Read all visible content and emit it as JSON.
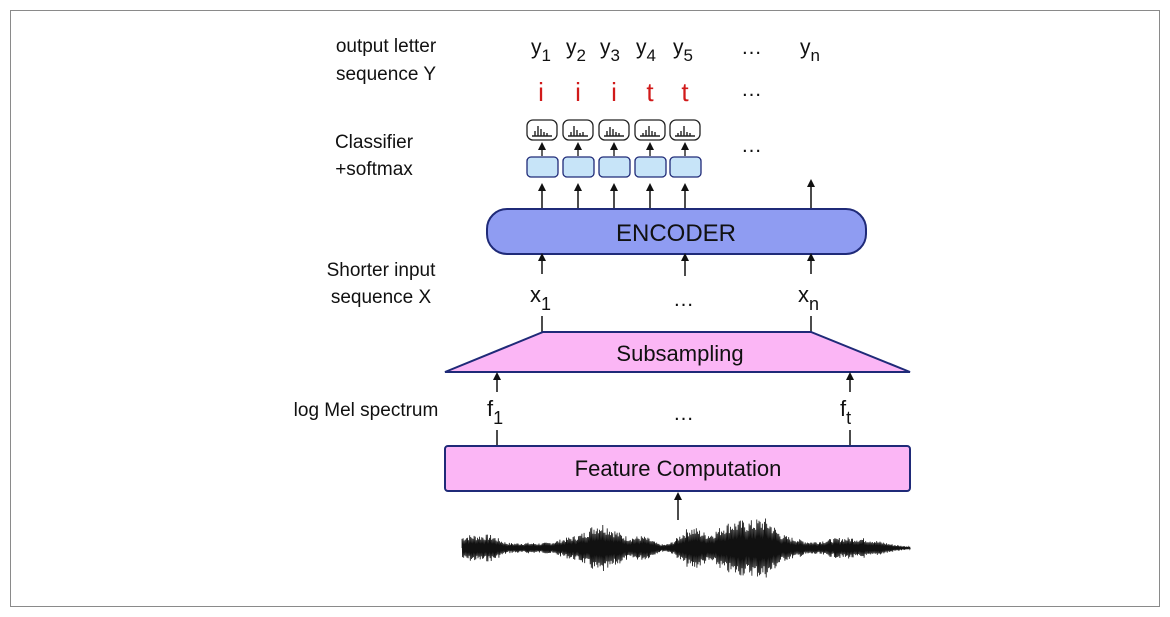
{
  "labels": {
    "output": [
      "output letter",
      "sequence Y"
    ],
    "classifier": [
      "Classifier",
      "+softmax"
    ],
    "shorter": [
      "Shorter input",
      "sequence X"
    ],
    "logmel": "log Mel spectrum"
  },
  "y_tokens": [
    {
      "base": "y",
      "sub": "1"
    },
    {
      "base": "y",
      "sub": "2"
    },
    {
      "base": "y",
      "sub": "3"
    },
    {
      "base": "y",
      "sub": "4"
    },
    {
      "base": "y",
      "sub": "5"
    }
  ],
  "y_last": {
    "base": "y",
    "sub": "n"
  },
  "letters": [
    "i",
    "i",
    "i",
    "t",
    "t"
  ],
  "ellipsis": "…",
  "x_tokens": [
    {
      "base": "x",
      "sub": "1"
    },
    {
      "base": "x",
      "sub": "n"
    }
  ],
  "f_tokens": [
    {
      "base": "f",
      "sub": "1"
    },
    {
      "base": "f",
      "sub": "t"
    }
  ],
  "encoder": "ENCODER",
  "subsampling": "Subsampling",
  "feature": "Feature Computation",
  "colors": {
    "encoder_fill": "#8f9cf2",
    "pink_fill": "#fbb6f5",
    "classifier_fill": "#c7e4f8",
    "stroke": "#1f2a78",
    "letter": "#d11a1a"
  }
}
